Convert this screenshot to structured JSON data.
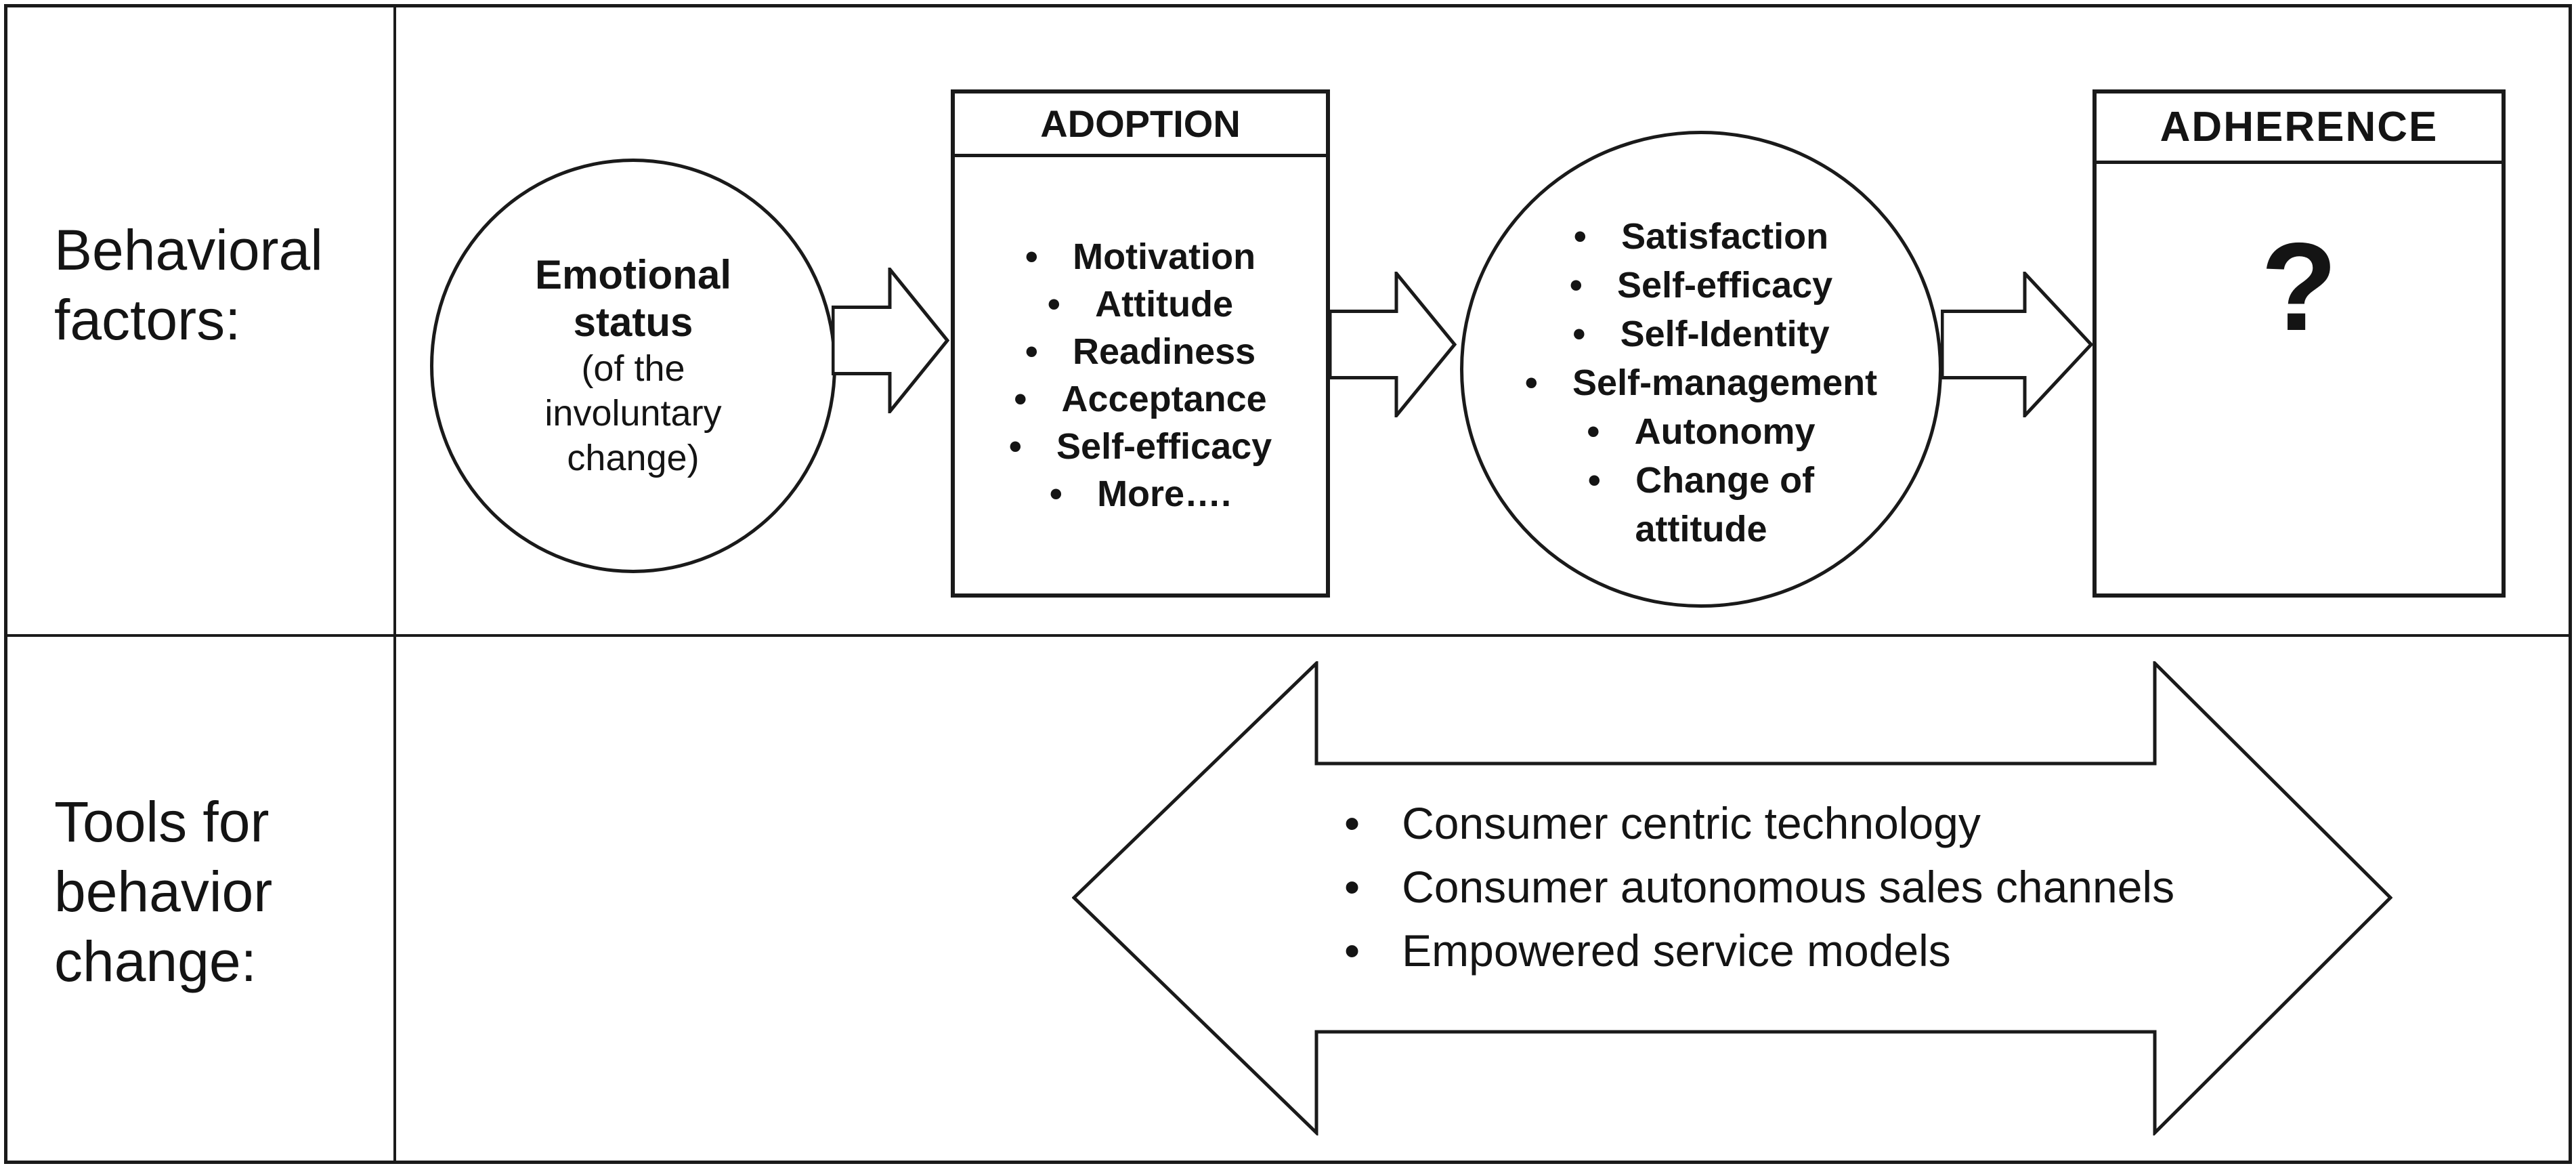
{
  "rows": {
    "behavioral_label": "Behavioral\nfactors:",
    "tools_label": "Tools for\nbehavior\nchange:"
  },
  "emotional_ellipse": {
    "title": "Emotional\nstatus",
    "subtitle": "(of the\ninvoluntary\nchange)"
  },
  "adoption_box": {
    "header": "ADOPTION",
    "lines": [
      {
        "bullet": "•",
        "text": "Motivation"
      },
      {
        "bullet": "•",
        "text": "Attitude"
      },
      {
        "bullet": "•",
        "text": "Readiness"
      },
      {
        "bullet": "•",
        "text": "Acceptance"
      },
      {
        "bullet": "•",
        "text": "Self-efficacy"
      },
      {
        "bullet": "•",
        "text": "More…."
      }
    ]
  },
  "outcome_ellipse": {
    "lines": [
      {
        "bullet": "•",
        "text": "Satisfaction"
      },
      {
        "bullet": "•",
        "text": "Self-efficacy"
      },
      {
        "bullet": "•",
        "text": "Self-Identity"
      },
      {
        "bullet": "•",
        "text": "Self-management"
      },
      {
        "bullet": "•",
        "text": "Autonomy"
      },
      {
        "bullet": "•",
        "text": "Change of"
      },
      {
        "bullet": "",
        "text": "attitude"
      }
    ]
  },
  "adherence_box": {
    "header": "ADHERENCE",
    "question_mark": "?"
  },
  "tools_arrow": {
    "lines": [
      {
        "bullet": "•",
        "text": "Consumer centric technology"
      },
      {
        "bullet": "•",
        "text": "Consumer autonomous sales channels"
      },
      {
        "bullet": "•",
        "text": "Empowered service models"
      }
    ]
  },
  "colors": {
    "stroke": "#1a1a1a",
    "background": "#ffffff",
    "text": "#141414"
  }
}
